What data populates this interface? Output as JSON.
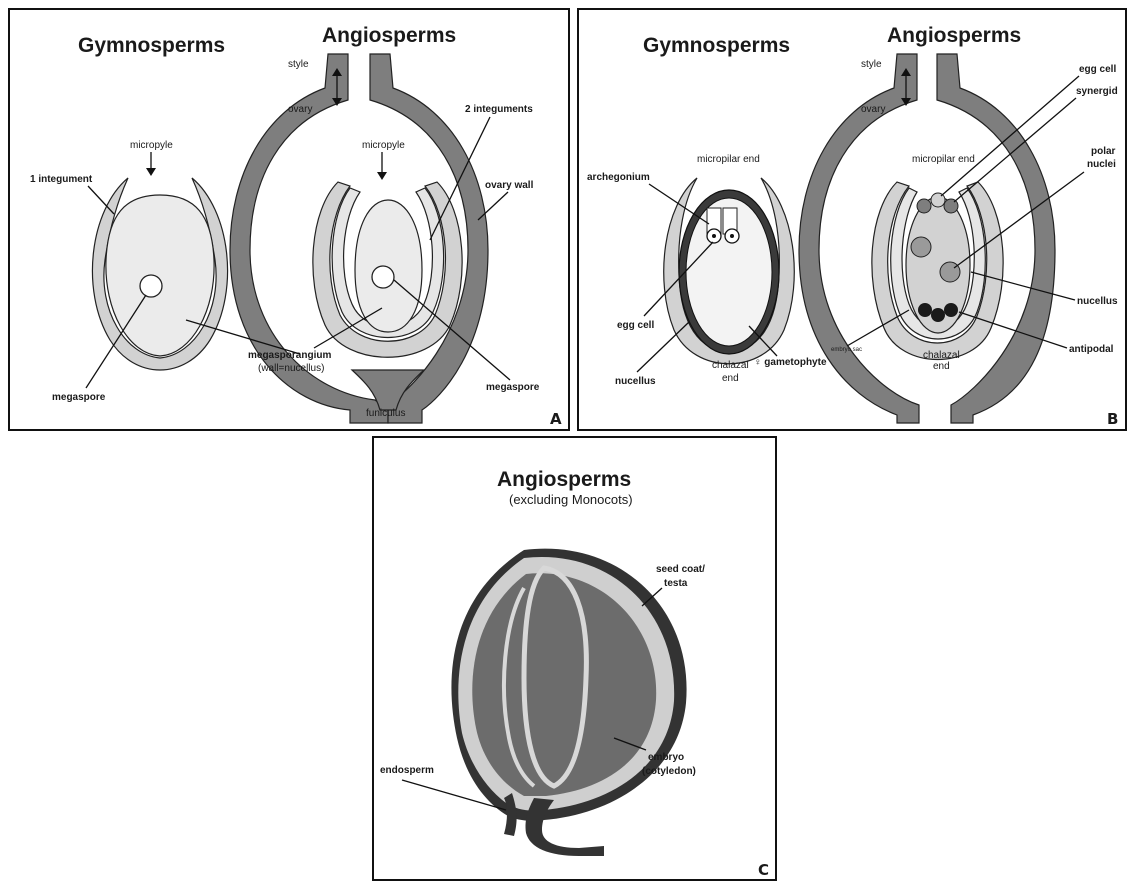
{
  "panel_a": {
    "letter": "A",
    "gymno_title": "Gymnosperms",
    "angio_title": "Angiosperms",
    "style": "style",
    "ovary": "ovary",
    "micropyle_g": "micropyle",
    "micropyle_a": "micropyle",
    "one_integument": "1 integument",
    "two_integuments": "2 integuments",
    "ovary_wall": "ovary wall",
    "megaspore_g": "megaspore",
    "megaspore_a": "megaspore",
    "megasporangium": "megasporangium",
    "wall_nucellus": "(wall=nucellus)",
    "funiculus": "funiculus"
  },
  "panel_b": {
    "letter": "B",
    "gymno_title": "Gymnosperms",
    "angio_title": "Angiosperms",
    "style": "style",
    "ovary": "ovary",
    "micropilar_end_g": "micropilar end",
    "micropilar_end_a": "micropilar end",
    "archegonium": "archegonium",
    "egg_cell_g": "egg cell",
    "nucellus_g": "nucellus",
    "chalazal_end_g_1": "chalazal",
    "chalazal_end_g_2": "end",
    "gametophyte": "♀ gametophyte",
    "embryo_sac": "embryo sac",
    "chalazal_end_a_1": "chalazal",
    "chalazal_end_a_2": "end",
    "egg_cell_a": "egg cell",
    "synergid": "synergid",
    "polar_1": "polar",
    "polar_2": "nuclei",
    "nucellus_a": "nucellus",
    "antipodal": "antipodal"
  },
  "panel_c": {
    "letter": "C",
    "title": "Angiosperms",
    "subtitle": "(excluding Monocots)",
    "seed_coat_1": "seed coat/",
    "seed_coat_2": "testa",
    "endosperm": "endosperm",
    "embryo_1": "embryo",
    "embryo_2": "(cotyledon)"
  },
  "colors": {
    "dark_gray": "#7e7e7e",
    "light_gray": "#d2d2d2",
    "pale_gray": "#ebebeb",
    "seed_dark": "#6c6c6c",
    "seed_coat": "#333333"
  }
}
